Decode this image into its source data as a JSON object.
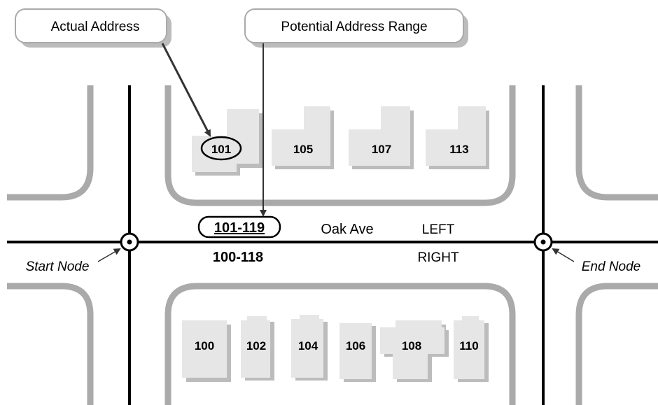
{
  "callouts": {
    "actual_address": "Actual Address",
    "potential_range": "Potential Address Range"
  },
  "street": {
    "name": "Oak Ave",
    "left_range": "101-119",
    "right_range": "100-118",
    "left_label": "LEFT",
    "right_label": "RIGHT"
  },
  "nodes": {
    "start": "Start Node",
    "end": "End Node"
  },
  "houses_north": [
    "101",
    "105",
    "107",
    "113"
  ],
  "houses_south": [
    "100",
    "102",
    "104",
    "106",
    "108",
    "110"
  ],
  "colors": {
    "curb": "#aaaaaa",
    "house_fill": "#e6e6e6",
    "house_shadow": "#bcbcbc",
    "road": "#000000"
  }
}
